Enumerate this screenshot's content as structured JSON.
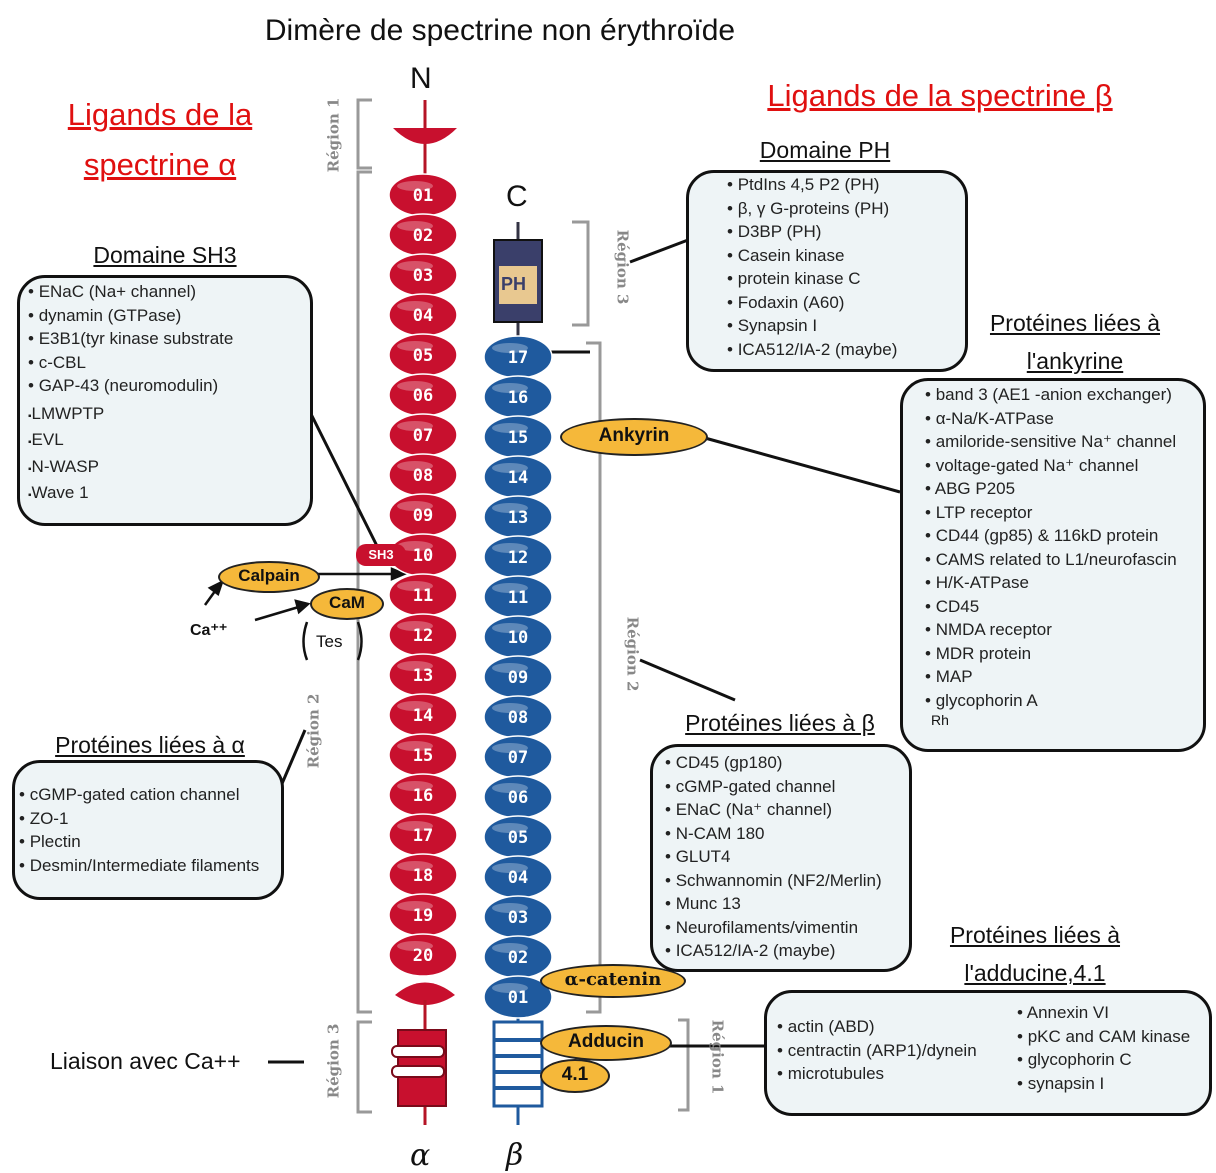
{
  "title": "Dimère de spectrine non érythroïde",
  "n_label": "N",
  "c_label": "C",
  "alpha_label": "α",
  "beta_label": "β",
  "left_header": [
    "Ligands de la",
    "spectrine α"
  ],
  "right_header": "Ligands de la spectrine β",
  "sh3": {
    "title": "Domaine SH3",
    "items": [
      "ENaC (Na+ channel)",
      "dynamin (GTPase)",
      "E3B1(tyr  kinase substrate",
      "c-CBL",
      "GAP-43 (neuromodulin)"
    ],
    "items2": [
      "LMWPTP",
      "EVL",
      "N-WASP",
      "Wave 1"
    ]
  },
  "alpha_proteins": {
    "title": "Protéines liées à α",
    "items": [
      "cGMP-gated cation channel",
      "ZO-1",
      "Plectin",
      "Desmin/Intermediate filaments"
    ]
  },
  "ph": {
    "title": "Domaine PH",
    "items": [
      "PtdIns 4,5 P2 (PH)",
      "β, γ G-proteins (PH)",
      "D3BP (PH)",
      "Casein kinase",
      "protein kinase C",
      "Fodaxin (A60)",
      "Synapsin I",
      "ICA512/IA-2 (maybe)"
    ]
  },
  "ankyrin_proteins": {
    "title": [
      "Protéines liées à",
      "l'ankyrine"
    ],
    "items": [
      "band 3 (AE1 -anion exchanger)",
      "α-Na/K-ATPase",
      "amiloride-sensitive Na⁺ channel",
      "voltage-gated Na⁺ channel",
      "ABG P205",
      "LTP receptor",
      "CD44 (gp85) & 116kD protein",
      "CAMS related to L1/neurofascin",
      "H/K-ATPase",
      "CD45",
      "NMDA receptor",
      "MDR protein",
      "MAP",
      "glycophorin A"
    ],
    "extra": "Rh"
  },
  "beta_proteins": {
    "title": "Protéines liées à β",
    "items": [
      "CD45 (gp180)",
      "cGMP-gated channel",
      "ENaC (Na⁺ channel)",
      "N-CAM 180",
      "GLUT4",
      "Schwannomin (NF2/Merlin)",
      "Munc 13",
      "Neurofilaments/vimentin",
      "ICA512/IA-2 (maybe)"
    ]
  },
  "adducin_proteins": {
    "title": [
      "Protéines liées à",
      "l'adducine,4.1"
    ],
    "col1": [
      "actin (ABD)",
      "centractin (ARP1)/dynein",
      "microtubules"
    ],
    "col2": [
      "Annexin VI",
      "pKC and CAM kinase",
      "glycophorin C",
      "synapsin I"
    ]
  },
  "regions": {
    "r1_alpha": "Région 1",
    "r2_alpha": "Région 2",
    "r3_alpha": "Région 3",
    "r3_beta": "Région 3",
    "r2_beta": "Région 2",
    "r1_beta": "Région 1"
  },
  "labels": {
    "ph": "PH",
    "ankyrin": "Ankyrin",
    "calpain": "Calpain",
    "cam": "CaM",
    "ca": "Ca⁺⁺",
    "tes": "Tes",
    "sh3": "SH3",
    "catenin": "α-catenin",
    "adducin": "Adducin",
    "p41": "4.1",
    "ca_binding": "Liaison avec Ca++"
  },
  "alpha_repeats": [
    "01",
    "02",
    "03",
    "04",
    "05",
    "06",
    "07",
    "08",
    "09",
    "10",
    "11",
    "12",
    "13",
    "14",
    "15",
    "16",
    "17",
    "18",
    "19",
    "20"
  ],
  "beta_repeats": [
    "17",
    "16",
    "15",
    "14",
    "13",
    "12",
    "11",
    "10",
    "09",
    "08",
    "07",
    "06",
    "05",
    "04",
    "03",
    "02",
    "01"
  ],
  "colors": {
    "alpha": "#c8102e",
    "beta": "#1f5a9e",
    "ligand": "#f5b83a",
    "heading_red": "#e01010",
    "box_bg": "#eef4f6"
  }
}
